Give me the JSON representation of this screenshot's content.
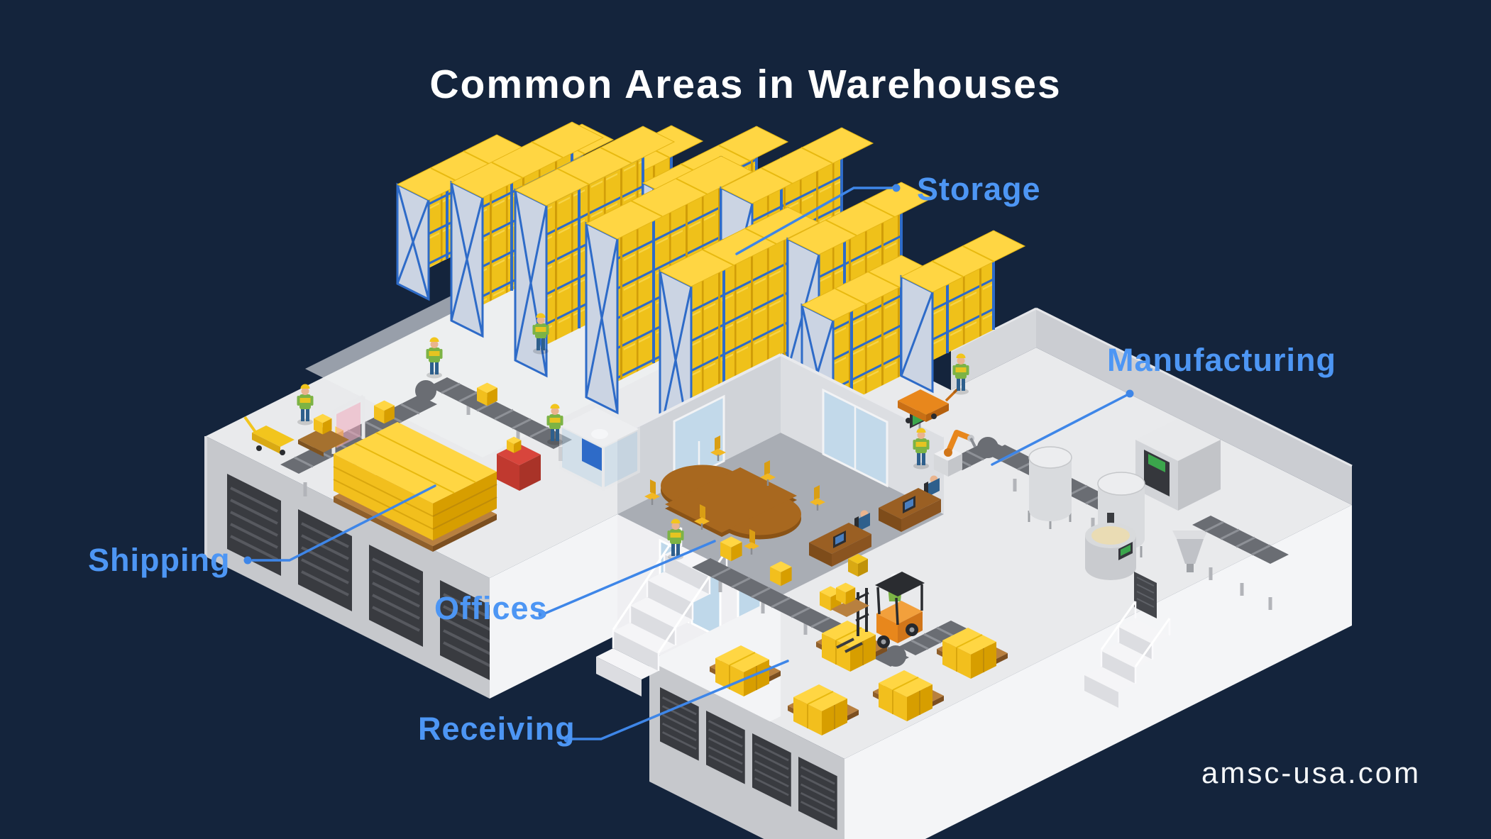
{
  "title": "Common Areas in Warehouses",
  "credit": "amsc-usa.com",
  "areas": [
    {
      "id": "storage",
      "label": "Storage"
    },
    {
      "id": "manufacturing",
      "label": "Manufacturing"
    },
    {
      "id": "shipping",
      "label": "Shipping"
    },
    {
      "id": "offices",
      "label": "Offices"
    },
    {
      "id": "receiving",
      "label": "Receiving"
    }
  ],
  "colors": {
    "background": "#14243C",
    "title_text": "#FFFFFF",
    "label_text": "#4D96F4",
    "leader_line": "#3E86E8",
    "credit_text": "#F5F7F9",
    "floor_gray": "#E9EAEC",
    "wall_gray": "#C6C8CC",
    "wall_white": "#F4F5F7",
    "dock_door_gray": "#393B40",
    "rack_blue": "#2E6BC8",
    "box_yellow": "#F2BF1D",
    "box_yellow_top": "#FFD643",
    "box_yellow_shade": "#D79E00",
    "conveyor_gray": "#6A6D73",
    "office_floor_gray": "#A9ADB4",
    "table_brown": "#A8681F",
    "chair_yellow": "#F2B824",
    "desk_brown": "#9A5F23",
    "glass_blue": "#C2D9EA",
    "machine_gray": "#D2D4D8",
    "screen_green": "#3BA64C",
    "forklift_orange": "#E8871C",
    "worker_shirt_green": "#7CB345",
    "worker_pants_navy": "#2E5F8C",
    "accent_red": "#C8372D",
    "pallet_wood": "#B8803F"
  }
}
